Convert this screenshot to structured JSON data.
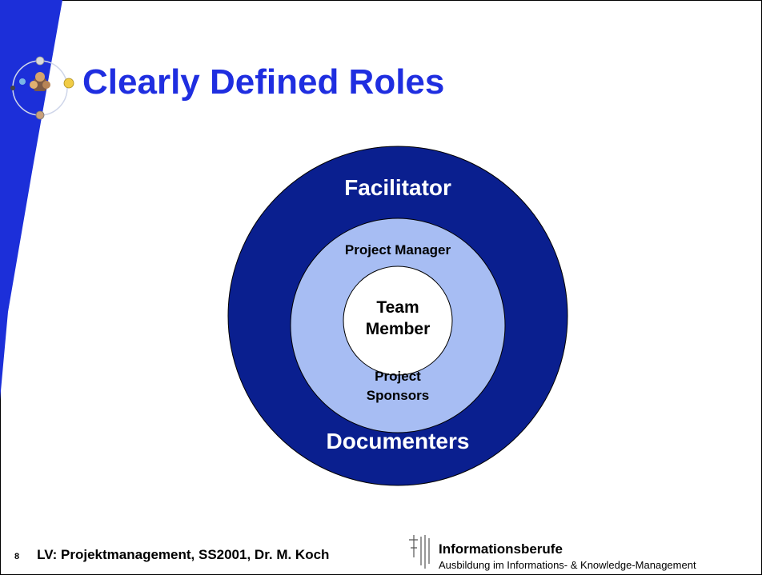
{
  "slide": {
    "title": "Clearly Defined Roles",
    "page_number": "8",
    "course": "LV: Projektmanagement, SS2001, Dr. M. Koch"
  },
  "diagram": {
    "outer_top": "Facilitator",
    "outer_bottom": "Documenters",
    "middle_top": "Project Manager",
    "middle_bottom_line1": "Project",
    "middle_bottom_line2": "Sponsors",
    "inner_line1": "Team",
    "inner_line2": "Member"
  },
  "branding": {
    "name": "Informationsberufe",
    "subtitle": "Ausbildung im Informations- & Knowledge-Management"
  },
  "colors": {
    "title": "#1f2ee0",
    "outer_circle": "#0a1f8f",
    "middle_circle": "#a7bdf3",
    "inner_circle": "#ffffff",
    "left_band": "#1c2fd9"
  },
  "icons": {
    "logo": "people-network-logo",
    "brand_mark": "fh-logo-mark"
  }
}
